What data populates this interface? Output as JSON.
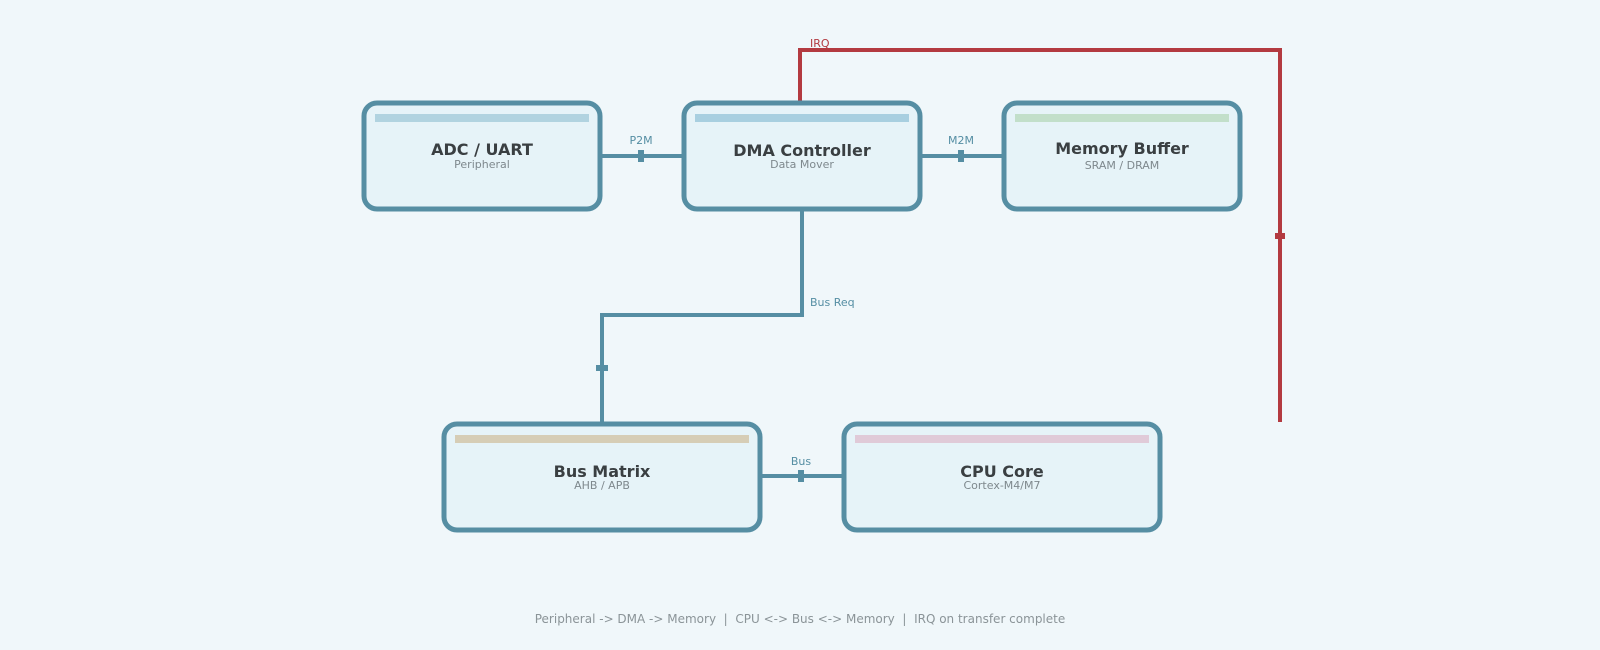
{
  "nodes": {
    "adc_uart": {
      "title": "ADC / UART",
      "subtitle": "Peripheral",
      "accent": "#b1d3e0"
    },
    "dma": {
      "title": "DMA Controller",
      "subtitle": "Data Mover",
      "accent": "#a8cfe0"
    },
    "memory_buffer": {
      "title": "Memory Buffer",
      "subtitle": "SRAM / DRAM",
      "accent": "#c2dfca"
    },
    "bus_matrix": {
      "title": "Bus Matrix",
      "subtitle": "AHB / APB",
      "accent": "#d6cdb6"
    },
    "cpu_core": {
      "title": "CPU Core",
      "subtitle": "Cortex-M4/M7",
      "accent": "#e0cad8"
    }
  },
  "edges": {
    "p2m": {
      "label": "P2M"
    },
    "m2m": {
      "label": "M2M"
    },
    "bus_req": {
      "label": "Bus Req"
    },
    "bus": {
      "label": "Bus"
    },
    "irq": {
      "label": "IRQ"
    }
  },
  "caption": "Peripheral -> DMA -> Memory  |  CPU <-> Bus <-> Memory  |  IRQ on transfer complete",
  "colors": {
    "background": "#f0f7fa",
    "node_fill": "#e6f3f8",
    "node_border": "#568ea3",
    "edge": "#568ea3",
    "irq": "#b33a40"
  }
}
